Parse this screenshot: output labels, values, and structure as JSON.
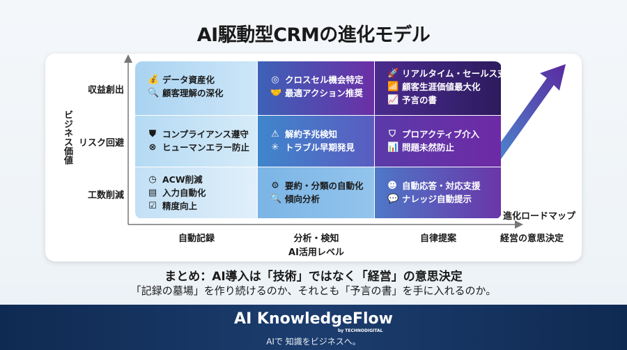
{
  "title": "AI駆動型CRMの進化モデル",
  "y_axis": {
    "label": "ビジネス価値",
    "rows": [
      "収益創出",
      "リスク回避",
      "工数削減"
    ]
  },
  "x_axis": {
    "label": "AI活用レベル",
    "columns": [
      "自動記録",
      "分析・検知",
      "自律提案"
    ],
    "end_label": "経営の意思決定"
  },
  "roadmap_label": "進化ロードマップ",
  "cells": [
    [
      {
        "items": [
          {
            "icon": "money-bag-icon",
            "text": "データ資産化"
          },
          {
            "icon": "search-icon",
            "text": "顧客理解の深化"
          }
        ]
      },
      {
        "items": [
          {
            "icon": "target-icon",
            "text": "クロスセル機会特定"
          },
          {
            "icon": "handshake-icon",
            "text": "最適アクション推奨"
          }
        ]
      },
      {
        "items": [
          {
            "icon": "rocket-icon",
            "text": "リアルタイム・セールス支援"
          },
          {
            "icon": "bar-chart-icon",
            "text": "顧客生涯価値最大化"
          },
          {
            "icon": "book-chart-icon",
            "text": "予言の書"
          }
        ]
      }
    ],
    [
      {
        "items": [
          {
            "icon": "shield-check-icon",
            "text": "コンプライアンス遵守"
          },
          {
            "icon": "x-circle-icon",
            "text": "ヒューマンエラー防止"
          }
        ]
      },
      {
        "items": [
          {
            "icon": "warning-icon",
            "text": "解約予兆検知"
          },
          {
            "icon": "network-icon",
            "text": "トラブル早期発見"
          }
        ]
      },
      {
        "items": [
          {
            "icon": "shield-icon",
            "text": "プロアクティブ介入"
          },
          {
            "icon": "chart-icon",
            "text": "問題未然防止"
          }
        ]
      }
    ],
    [
      {
        "items": [
          {
            "icon": "clock-icon",
            "text": "ACW削減"
          },
          {
            "icon": "form-icon",
            "text": "入力自動化"
          },
          {
            "icon": "checklist-icon",
            "text": "精度向上"
          }
        ]
      },
      {
        "items": [
          {
            "icon": "gears-icon",
            "text": "要約・分類の自動化"
          },
          {
            "icon": "search-icon",
            "text": "傾向分析"
          }
        ]
      },
      {
        "items": [
          {
            "icon": "robot-icon",
            "text": "自動応答・対応支援"
          },
          {
            "icon": "chat-icon",
            "text": "ナレッジ自動提示"
          }
        ]
      }
    ]
  ],
  "summary": {
    "headline": "まとめ：AI導入は「技術」ではなく「経営」の意思決定",
    "sub": "「記録の墓場」を作り続けるのか、それとも「予言の書」を手に入れるのか。"
  },
  "footer": {
    "brand": "AI KnowledgeFlow",
    "by": "by TECHNODIGITAL",
    "tagline": "AIで 知識をビジネスへ。"
  }
}
